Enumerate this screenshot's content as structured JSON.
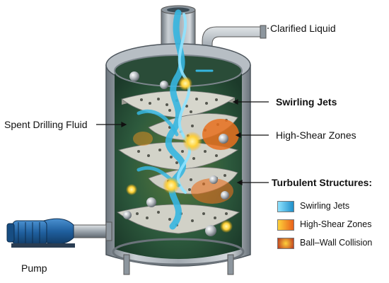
{
  "labels": {
    "clarified_liquid": "Clarified Liquid",
    "spent_drilling_fluid": "Spent Drilling Fluid",
    "swirling_jets": "Swirling Jets",
    "high_shear_zones": "High-Shear Zones",
    "pump": "Pump"
  },
  "legend": {
    "title": "Turbulent Structures:",
    "items": [
      {
        "label": "Swirling Jets",
        "color": "#36b6e0"
      },
      {
        "label": "High-Shear Zones",
        "color": "#f08a1c"
      },
      {
        "label": "Ball–Wall Collision",
        "color": "#c0392b"
      }
    ]
  },
  "colors": {
    "vessel_metal": "#9aa3ab",
    "vessel_inside": "#2f5a3e",
    "jet": "#36b6e0",
    "shear": "#f08a1c",
    "plate": "#cfcfc6",
    "pump_body": "#1f5f9e"
  },
  "icons": [
    "pump-icon",
    "vessel-icon",
    "perforated-plate-icon",
    "steel-ball-icon",
    "spark-icon"
  ]
}
